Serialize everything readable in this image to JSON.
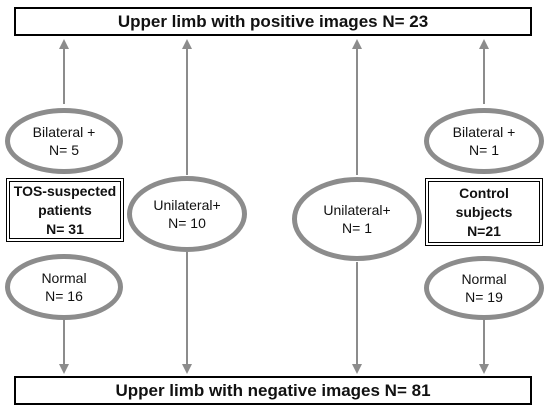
{
  "top_box": {
    "text": "Upper limb with positive images N= 23"
  },
  "bottom_box": {
    "text": "Upper limb with negative images N= 81"
  },
  "left": {
    "bilateral": {
      "label": "Bilateral +",
      "count": "N= 5"
    },
    "group": {
      "line1": "TOS-suspected",
      "line2": "patients",
      "line3": "N= 31"
    },
    "normal": {
      "label": "Normal",
      "count": "N= 16"
    },
    "unilateral": {
      "label": "Unilateral+",
      "count": "N= 10"
    }
  },
  "right": {
    "bilateral": {
      "label": "Bilateral +",
      "count": "N= 1"
    },
    "group": {
      "line1": "Control",
      "line2": "subjects",
      "line3": "N=21"
    },
    "normal": {
      "label": "Normal",
      "count": "N= 19"
    },
    "unilateral": {
      "label": "Unilateral+",
      "count": "N= 1"
    }
  },
  "colors": {
    "arrow": "#8c8c8c",
    "ellipse_border": "#8c8c8c",
    "box_border": "#000000"
  }
}
